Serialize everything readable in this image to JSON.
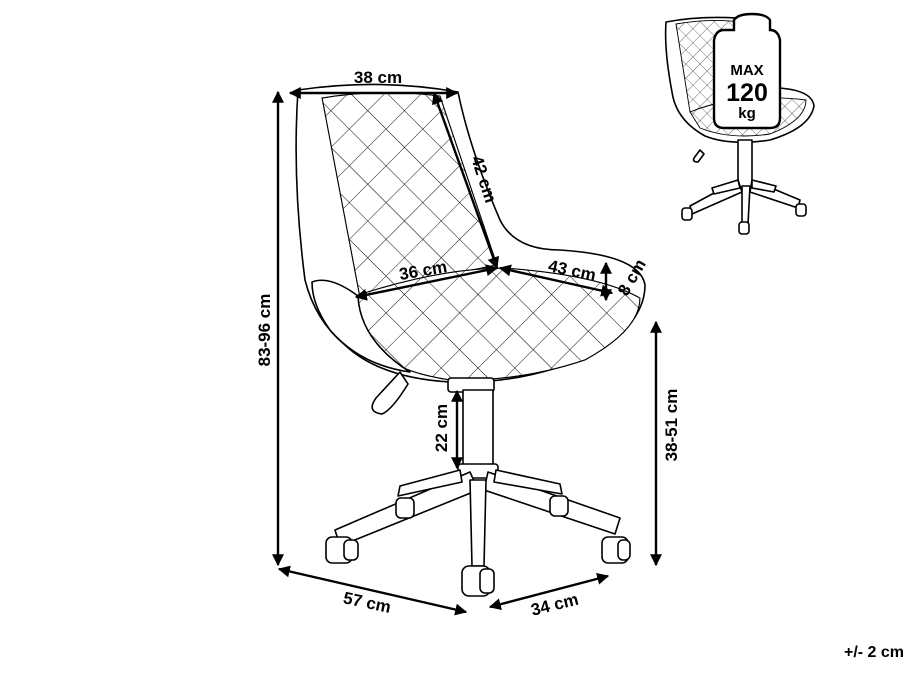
{
  "dimensions": {
    "seat_width": "38 cm",
    "backrest_height": "42 cm",
    "seat_inner_width": "36 cm",
    "seat_depth": "43 cm",
    "seat_thickness": "8 cm",
    "total_height": "83-96 cm",
    "gas_lift_range": "22 cm",
    "seat_height": "38-51 cm",
    "base_width": "57 cm",
    "base_depth": "34 cm"
  },
  "load_badge": {
    "line1": "MAX",
    "line2": "120",
    "line3": "kg"
  },
  "tolerance": "+/- 2 cm",
  "colors": {
    "line": "#000000",
    "background": "#ffffff"
  }
}
